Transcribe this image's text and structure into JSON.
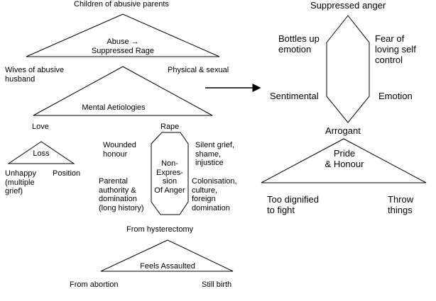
{
  "colors": {
    "line": "#000000",
    "text": "#000000",
    "background": "#ffffff"
  },
  "left_diagram": {
    "top_label": "Children of abusive parents",
    "top_triangle_text": "Abuse →\nSuppressed Rage",
    "wives_label": "Wives of abusive\nhusband",
    "physical_label": "Physical & sexual",
    "mental_triangle_text": "Mental Aetiologies",
    "love_label": "Love",
    "rape_label": "Rape",
    "loss_triangle_text": "Loss",
    "unhappy_label": "Unhappy\n(multiple\ngrief)",
    "position_label": "Position",
    "wounded_label": "Wounded\nhonour",
    "silent_label": "Silent grief,\nshame,\ninjustice",
    "hexagon_text": "Non-\nExpres-\nsion\nOf Anger",
    "parental_label": "Parental\nauthority &\ndomination\n(long history)",
    "colonisation_label": "Colonisation,\nculture,\nforeign\ndomination",
    "hysterectomy_label": "From hysterectomy",
    "feels_triangle_text": "Feels Assaulted",
    "abortion_label": "From abortion",
    "stillbirth_label": "Still birth"
  },
  "right_diagram": {
    "suppressed_label": "Suppressed anger",
    "bottles_label": "Bottles up\nemotion",
    "fear_label": "Fear of\nloving self\ncontrol",
    "sentimental_label": "Sentimental",
    "emotion_label": "Emotion",
    "arrogant_label": "Arrogant",
    "pride_triangle_text": "Pride\n& Honour",
    "dignified_label": "Too dignified\nto fight",
    "throw_label": "Throw\nthings"
  }
}
